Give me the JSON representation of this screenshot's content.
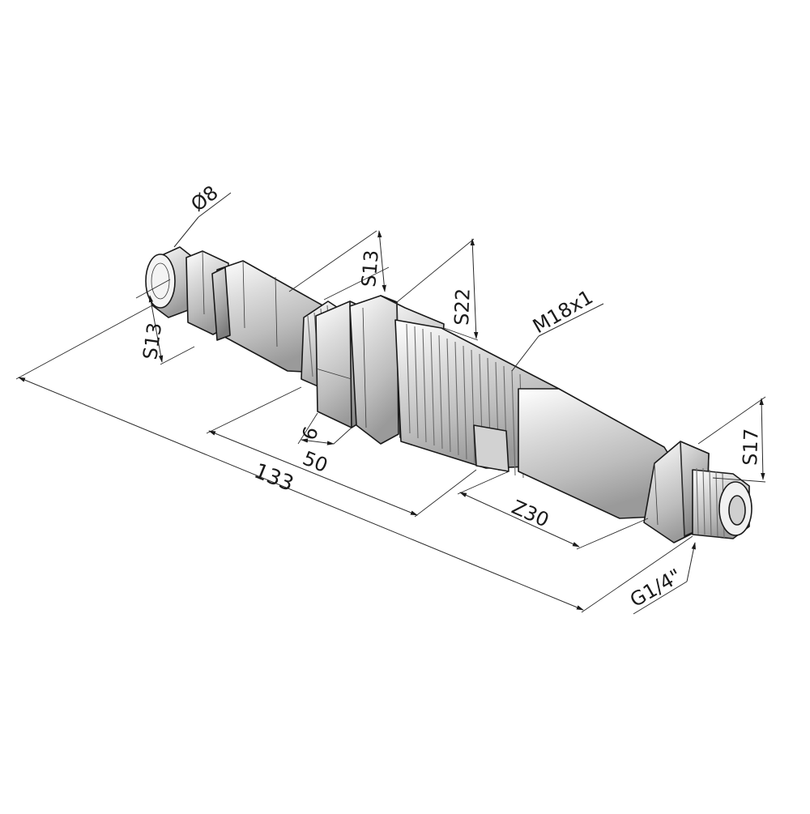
{
  "drawing": {
    "dimensions": {
      "dia_tube": "Ø8",
      "hex_left": "S13",
      "hex_mid": "S13",
      "hex_nut": "S22",
      "thread_main": "M18x1",
      "hex_right": "S17",
      "nut_width": "6",
      "body_length": "50",
      "overall_length": "133",
      "thread_length": "Z30",
      "thread_end": "G1/4\""
    }
  }
}
